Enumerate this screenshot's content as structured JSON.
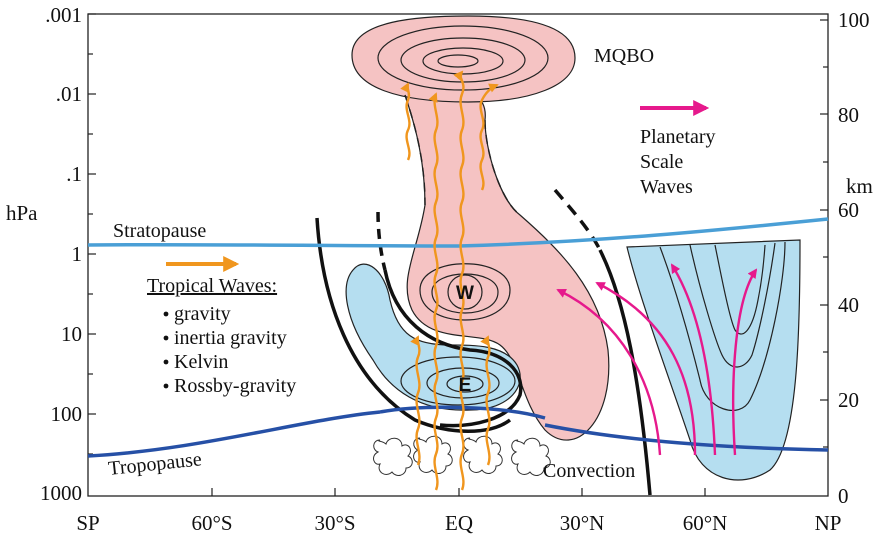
{
  "left_axis": {
    "unit": "hPa",
    "ticks": [
      ".001",
      ".01",
      ".1",
      "1",
      "10",
      "100",
      "1000"
    ]
  },
  "right_axis": {
    "unit": "km",
    "ticks": [
      "100",
      "80",
      "60",
      "40",
      "20",
      "0"
    ]
  },
  "bottom_axis": {
    "ticks": [
      "SP",
      "60°S",
      "30°S",
      "EQ",
      "30°N",
      "60°N",
      "NP"
    ]
  },
  "labels": {
    "mqbo": "MQBO",
    "stratopause": "Stratopause",
    "tropopause": "Tropopause",
    "convection": "Convection",
    "w_center": "W",
    "e_center": "E"
  },
  "planetary": [
    "Planetary",
    "Scale",
    "Waves"
  ],
  "tropical_waves": {
    "title": "Tropical Waves:",
    "items": [
      "gravity",
      "inertia gravity",
      "Kelvin",
      "Rossby-gravity"
    ]
  },
  "colors": {
    "westerly_fill": "#f5c3c3",
    "easterly_fill": "#b5def0",
    "stratopause_line": "#4a9fd6",
    "tropopause_line": "#2650a6",
    "gravity_wave_arrow": "#f0961e",
    "planetary_arrow": "#e6198c"
  }
}
